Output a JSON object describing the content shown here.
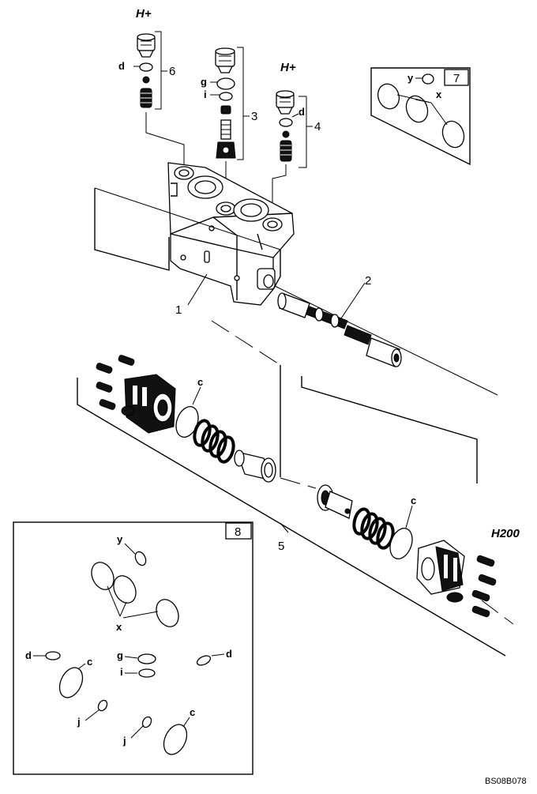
{
  "labels": {
    "hplus_1": "H+",
    "hplus_2": "H+",
    "h200": "H200",
    "ref_code": "BS08B078"
  },
  "callouts": {
    "n1": "1",
    "n2": "2",
    "n3": "3",
    "n4": "4",
    "n5": "5",
    "n6": "6",
    "n7": "7",
    "n8": "8"
  },
  "parts": {
    "c": "c",
    "d": "d",
    "g": "g",
    "i": "i",
    "j": "j",
    "x": "x",
    "y": "y"
  }
}
